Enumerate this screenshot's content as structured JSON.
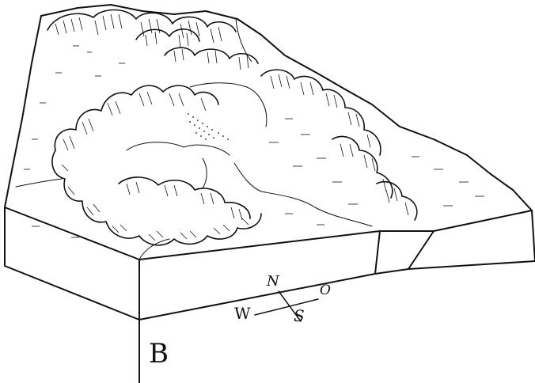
{
  "figure": {
    "panel_letter": "B",
    "compass": {
      "north": "N",
      "south": "S",
      "west": "W",
      "east": "O"
    }
  },
  "colors": {
    "ink": "#111111",
    "paper": "#ffffff"
  }
}
